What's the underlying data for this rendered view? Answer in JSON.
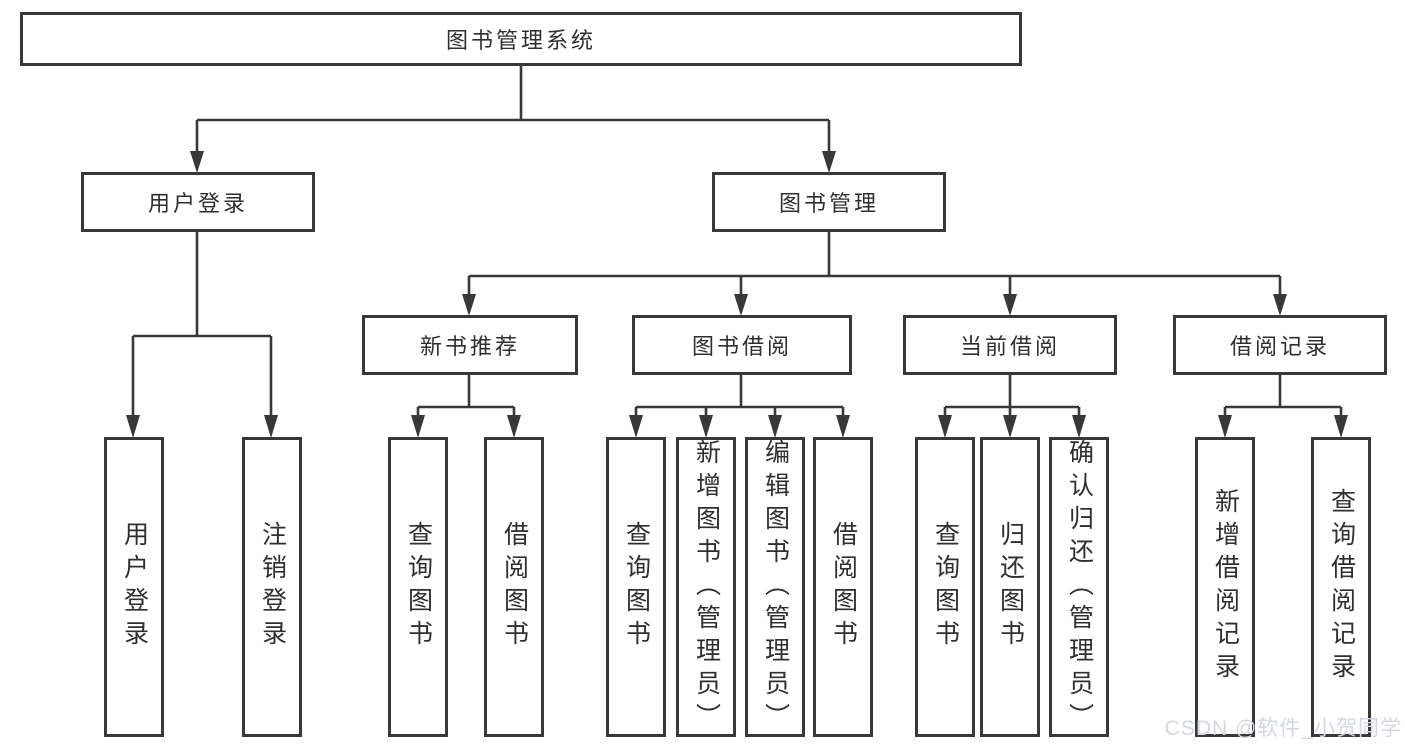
{
  "page": {
    "background": "#ffffff",
    "line_color": "#383838",
    "box_border_color": "#383838",
    "text_color": "#2f2f2f"
  },
  "diagram": {
    "root": {
      "label": "图书管理系统"
    },
    "level1": [
      {
        "label": "用户登录"
      },
      {
        "label": "图书管理"
      }
    ],
    "level2": [
      {
        "label": "新书推荐",
        "parent": "图书管理"
      },
      {
        "label": "图书借阅",
        "parent": "图书管理"
      },
      {
        "label": "当前借阅",
        "parent": "图书管理"
      },
      {
        "label": "借阅记录",
        "parent": "图书管理"
      }
    ],
    "leaves": [
      {
        "label": "用户登录",
        "parent": "用户登录"
      },
      {
        "label": "注销登录",
        "parent": "用户登录"
      },
      {
        "label": "查询图书",
        "parent": "新书推荐"
      },
      {
        "label": "借阅图书",
        "parent": "新书推荐"
      },
      {
        "label": "查询图书",
        "parent": "图书借阅"
      },
      {
        "label": "新增图书（管理员）",
        "parent": "图书借阅"
      },
      {
        "label": "编辑图书（管理员）",
        "parent": "图书借阅"
      },
      {
        "label": "借阅图书",
        "parent": "图书借阅"
      },
      {
        "label": "查询图书",
        "parent": "当前借阅"
      },
      {
        "label": "归还图书",
        "parent": "当前借阅"
      },
      {
        "label": "确认归还（管理员）",
        "parent": "当前借阅"
      },
      {
        "label": "新增借阅记录",
        "parent": "借阅记录"
      },
      {
        "label": "查询借阅记录",
        "parent": "借阅记录"
      }
    ]
  },
  "watermark": {
    "text": "CSDN @软件_小贺同学",
    "color": "#d4d8de"
  }
}
